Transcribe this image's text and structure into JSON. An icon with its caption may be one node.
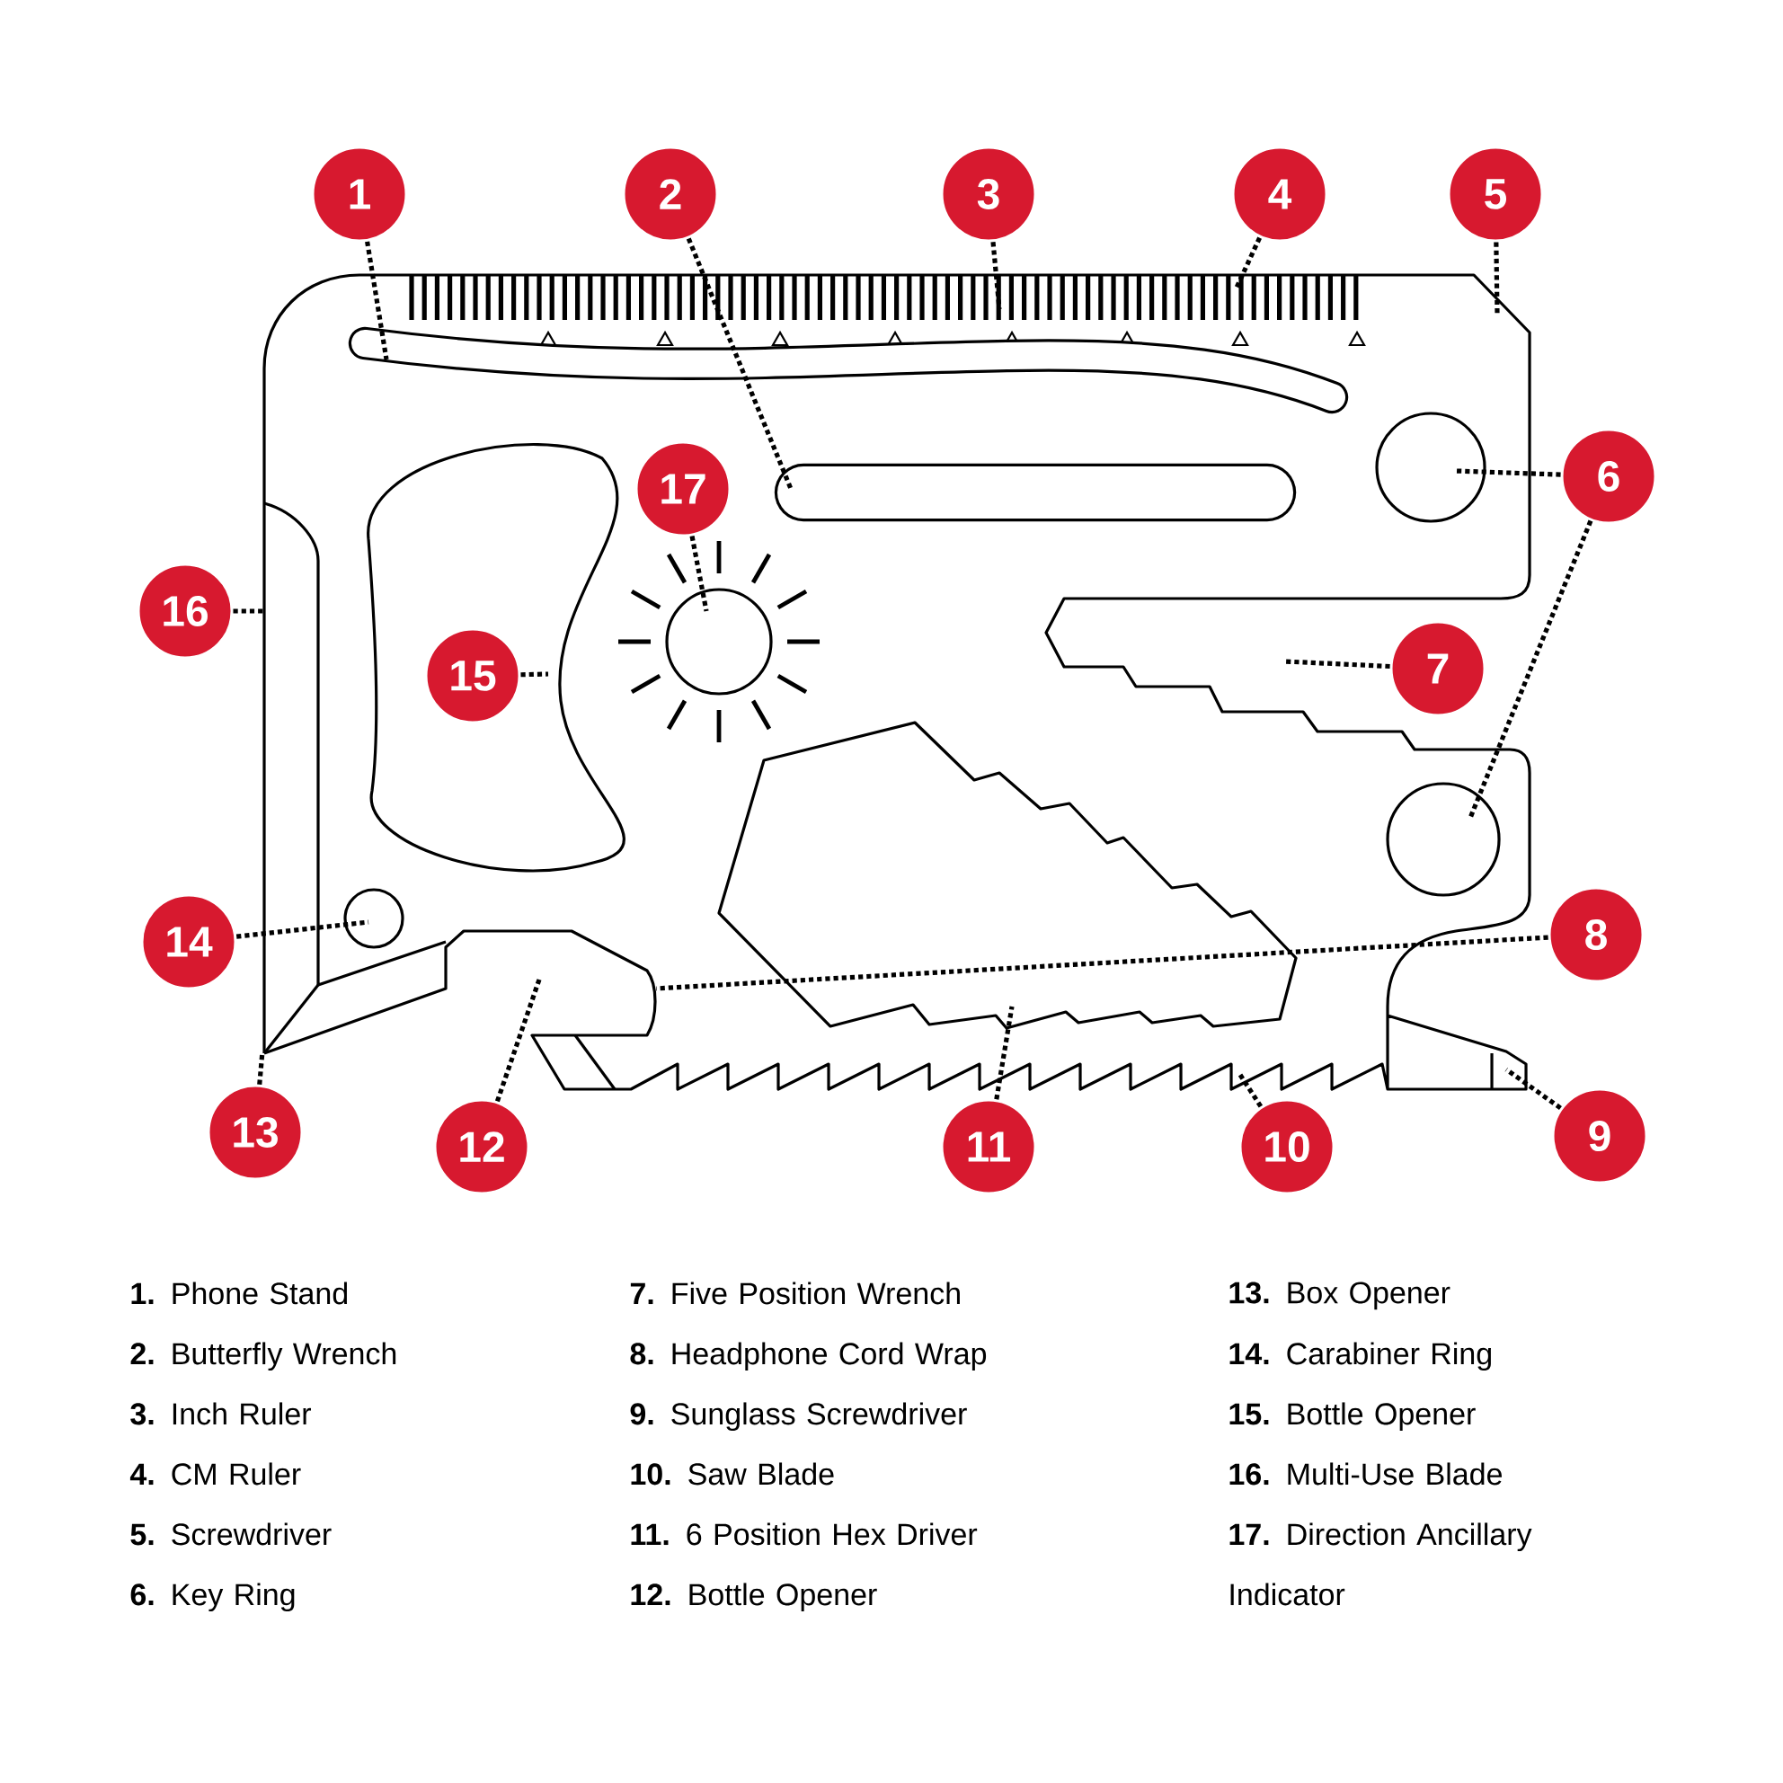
{
  "diagram": {
    "nodes": [
      {
        "text": [
          "1"
        ]
      },
      {
        "text": [
          "2"
        ]
      },
      {
        "text": [
          "3"
        ]
      },
      {
        "text": [
          "4"
        ]
      },
      {
        "text": [
          "5"
        ]
      },
      {
        "text": [
          "6"
        ]
      },
      {
        "text": [
          "7"
        ]
      },
      {
        "text": [
          "8"
        ]
      },
      {
        "text": [
          "9"
        ]
      },
      {
        "text": [
          "10"
        ]
      },
      {
        "text": [
          "11"
        ]
      },
      {
        "text": [
          "12"
        ]
      },
      {
        "text": [
          "13"
        ]
      },
      {
        "text": [
          "14"
        ]
      },
      {
        "text": [
          "15"
        ]
      },
      {
        "text": [
          "16"
        ]
      },
      {
        "text": [
          "17"
        ]
      }
    ],
    "edges": [
      {
        "from": 0,
        "to": null,
        "arrow": "none"
      },
      {
        "from": 1,
        "to": null,
        "arrow": "none"
      },
      {
        "from": 2,
        "to": null,
        "arrow": "none"
      },
      {
        "from": 3,
        "to": null,
        "arrow": "none"
      },
      {
        "from": 4,
        "to": null,
        "arrow": "none"
      },
      {
        "from": 5,
        "to": null,
        "arrow": "none"
      },
      {
        "from": 5,
        "to": null,
        "arrow": "none"
      },
      {
        "from": 6,
        "to": null,
        "arrow": "none"
      },
      {
        "from": 7,
        "to": null,
        "arrow": "none"
      },
      {
        "from": 8,
        "to": null,
        "arrow": "none"
      },
      {
        "from": 9,
        "to": null,
        "arrow": "none"
      },
      {
        "from": 10,
        "to": null,
        "arrow": "none"
      },
      {
        "from": 11,
        "to": null,
        "arrow": "none"
      },
      {
        "from": 12,
        "to": null,
        "arrow": "none"
      },
      {
        "from": 13,
        "to": null,
        "arrow": "none"
      },
      {
        "from": 14,
        "to": null,
        "arrow": "none"
      },
      {
        "from": 15,
        "to": null,
        "arrow": "none"
      },
      {
        "from": 16,
        "to": null,
        "arrow": "none"
      }
    ],
    "labels": [
      "**1.** Phone Stand",
      "**2.** Butterfly Wrench",
      "**3.** Inch Ruler",
      "**4.** CM Ruler",
      "**5.** Screwdriver",
      "**6.** Key Ring",
      "**7.** Five Position Wrench",
      "**8.** Headphone Cord Wrap",
      "**9.** Sunglass Screwdriver",
      "**10.** Saw Blade",
      "**11.** 6 Position Hex Driver",
      "**12.** Bottle Opener",
      "**13.** Box Opener",
      "**14.** Carabiner Ring",
      "**15.** Bottle Opener",
      "**16.** Multi-Use Blade",
      "**17.** Direction Ancillary Indicator"
    ]
  }
}
